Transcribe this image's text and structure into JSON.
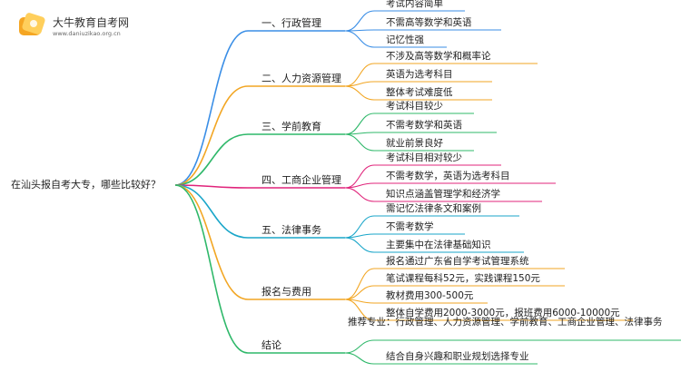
{
  "brand": {
    "name": "大牛教育自考网",
    "url": "www.daniuzikao.org.cn"
  },
  "root": "在汕头报自考大专，哪些比较好？",
  "branches": [
    {
      "label": "一、行政管理",
      "color": "#3a8ee6",
      "leaves": [
        "考试内容简单",
        "不需高等数学和英语",
        "记忆性强"
      ]
    },
    {
      "label": "二、人力资源管理",
      "color": "#f2a623",
      "leaves": [
        "不涉及高等数学和概率论",
        "英语为选考科目",
        "整体考试难度低"
      ]
    },
    {
      "label": "三、学前教育",
      "color": "#2fb86a",
      "leaves": [
        "考试科目较少",
        "不需考数学和英语",
        "就业前景良好"
      ]
    },
    {
      "label": "四、工商企业管理",
      "color": "#e0247b",
      "leaves": [
        "考试科目相对较少",
        "不需考数学，英语为选考科目",
        "知识点涵盖管理学和经济学"
      ]
    },
    {
      "label": "五、法律事务",
      "color": "#1aa6c9",
      "leaves": [
        "需记忆法律条文和案例",
        "不需考数学",
        "主要集中在法律基础知识"
      ]
    },
    {
      "label": "报名与费用",
      "color": "#f2a623",
      "leaves": [
        "报名通过广东省自学考试管理系统",
        "笔试课程每科52元，实践课程150元",
        "教材费用300-500元",
        "整体自学费用2000-3000元，报班费用6000-10000元"
      ]
    },
    {
      "label": "结论",
      "color": "#2fb86a",
      "leaves": [
        "推荐专业：行政管理、人力资源管理、学前教育、工商企业管理、法律事务",
        "结合自身兴趣和职业规划选择专业"
      ]
    }
  ]
}
